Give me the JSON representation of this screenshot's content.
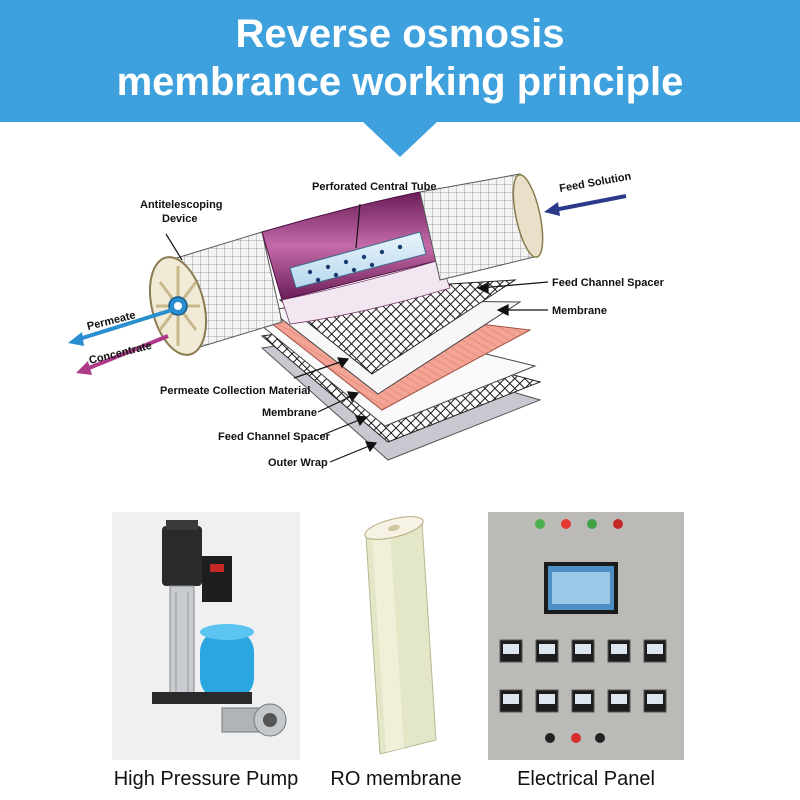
{
  "title": {
    "line1": "Reverse osmosis",
    "line2": "membrance working principle"
  },
  "diagram": {
    "labels": {
      "antitelescoping_line1": "Antitelescoping",
      "antitelescoping_line2": "Device",
      "perforated_tube": "Perforated Central Tube",
      "feed_solution": "Feed Solution",
      "feed_channel_spacer_top": "Feed Channel Spacer",
      "membrane_top": "Membrane",
      "permeate": "Permeate",
      "concentrate": "Concentrate",
      "permeate_collection": "Permeate Collection Material",
      "membrane_bottom": "Membrane",
      "feed_channel_spacer_bottom": "Feed Channel Spacer",
      "outer_wrap": "Outer Wrap"
    },
    "colors": {
      "permeate_arrow": "#2a8fd0",
      "concentrate_arrow": "#b03a8a",
      "feed_arrow": "#2c3a8c",
      "membrane_pink": "#f0a090",
      "wrap_purple": "#8a2e6e"
    }
  },
  "products": [
    {
      "caption": "High Pressure Pump"
    },
    {
      "caption": "RO membrane"
    },
    {
      "caption": "Electrical Panel"
    }
  ]
}
